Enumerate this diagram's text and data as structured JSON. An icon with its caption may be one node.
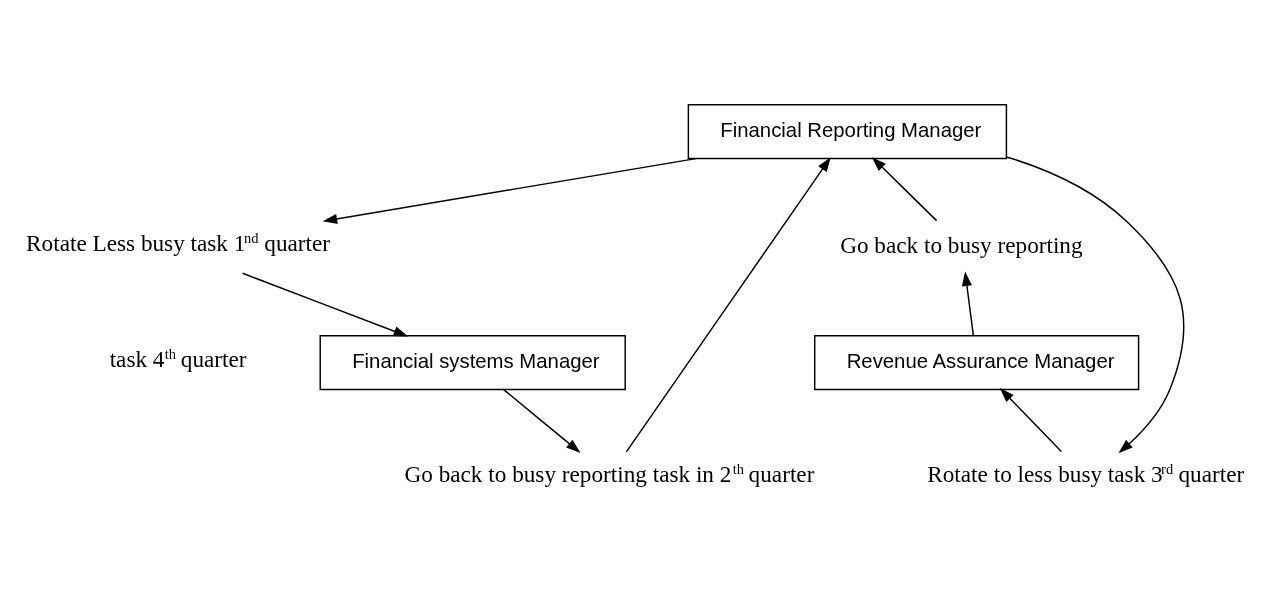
{
  "diagram": {
    "nodes": [
      {
        "text": [
          "Financial Reporting Manager"
        ]
      },
      {
        "text": [
          "Rotate Less busy task 1$^{nd}$ quarter"
        ]
      },
      {
        "text": [
          "Go back to busy reporting"
        ]
      },
      {
        "text": [
          "Go back to busy reporting task in 2$^{th}$ quarter"
        ]
      },
      {
        "text": [
          "Rotate to less busy task 3$^{rd}$ quarter"
        ]
      },
      {
        "text": [
          "Financial systems Manager"
        ]
      },
      {
        "text": [
          "Revenue Assurance Manager"
        ]
      }
    ],
    "edges": [
      {
        "from": 0,
        "to": 1,
        "arrow": "to"
      },
      {
        "from": 1,
        "to": 5,
        "arrow": "to"
      },
      {
        "from": 5,
        "to": 3,
        "arrow": "to"
      },
      {
        "from": 3,
        "to": 0,
        "arrow": "to"
      },
      {
        "from": 0,
        "to": 4,
        "arrow": "to"
      },
      {
        "from": 4,
        "to": 6,
        "arrow": "to"
      },
      {
        "from": 6,
        "to": 2,
        "arrow": "to"
      },
      {
        "from": 2,
        "to": 0,
        "arrow": "to"
      }
    ],
    "labels": [
      "task 4$^{th}$ quarter"
    ]
  }
}
